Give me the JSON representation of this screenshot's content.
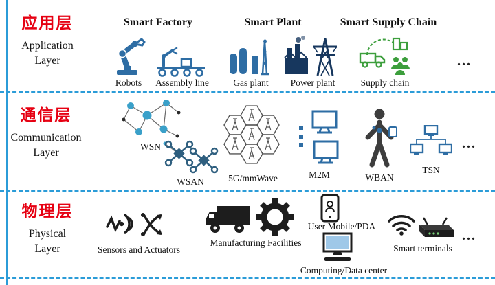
{
  "colors": {
    "layer_label_red": "#e60012",
    "divider_blue": "#2b9cd8",
    "icon_blue": "#2e6da4",
    "icon_teal": "#3aa0c9",
    "icon_dark_navy": "#17375e",
    "icon_green": "#3c9e3c",
    "icon_black": "#1d1d1d"
  },
  "layers": {
    "application": {
      "cn": "应用层",
      "en_line1": "Application",
      "en_line2": "Layer",
      "groups": {
        "factory": "Smart Factory",
        "plant": "Smart Plant",
        "supply": "Smart Supply Chain"
      },
      "items": {
        "robots": "Robots",
        "assembly": "Assembly line",
        "gas": "Gas plant",
        "power": "Power plant",
        "supply": "Supply chain"
      },
      "ellipsis": "..."
    },
    "communication": {
      "cn": "通信层",
      "en_line1": "Communication",
      "en_line2": "Layer",
      "items": {
        "wsn": "WSN",
        "wsan": "WSAN",
        "fiveg": "5G/mmWave",
        "m2m": "M2M",
        "wban": "WBAN",
        "tsn": "TSN"
      },
      "ellipsis": "..."
    },
    "physical": {
      "cn": "物理层",
      "en_line1": "Physical",
      "en_line2": "Layer",
      "items": {
        "sensors": "Sensors and Actuators",
        "manufacturing": "Manufacturing Facilities",
        "mobile": "User Mobile/PDA",
        "computing": "Computing/Data center",
        "terminals": "Smart terminals"
      },
      "ellipsis": "..."
    }
  }
}
